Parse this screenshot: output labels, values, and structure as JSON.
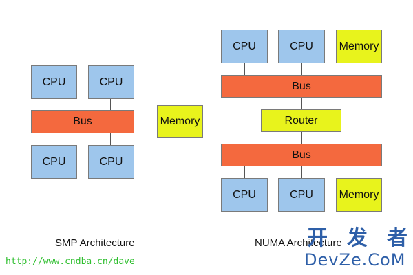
{
  "smp": {
    "cpu_top_left": "CPU",
    "cpu_top_right": "CPU",
    "bus": "Bus",
    "memory": "Memory",
    "cpu_bottom_left": "CPU",
    "cpu_bottom_right": "CPU",
    "caption": "SMP Architecture"
  },
  "numa": {
    "cpu_top_1": "CPU",
    "cpu_top_2": "CPU",
    "memory_top": "Memory",
    "bus_top": "Bus",
    "router": "Router",
    "bus_bottom": "Bus",
    "cpu_bottom_1": "CPU",
    "cpu_bottom_2": "CPU",
    "memory_bottom": "Memory",
    "caption": "NUMA Architecture"
  },
  "watermark": {
    "url": "http://www.cndba.cn/dave",
    "chars": [
      "开",
      "发",
      "者"
    ],
    "site": "DevZe.CoM"
  },
  "colors": {
    "cpu": "#9ec6ec",
    "bus": "#f4693e",
    "memory": "#e8f31c",
    "router": "#e8f31c",
    "watermark_url": "#2fbf2f",
    "watermark_logo": "#2e5fa8"
  }
}
